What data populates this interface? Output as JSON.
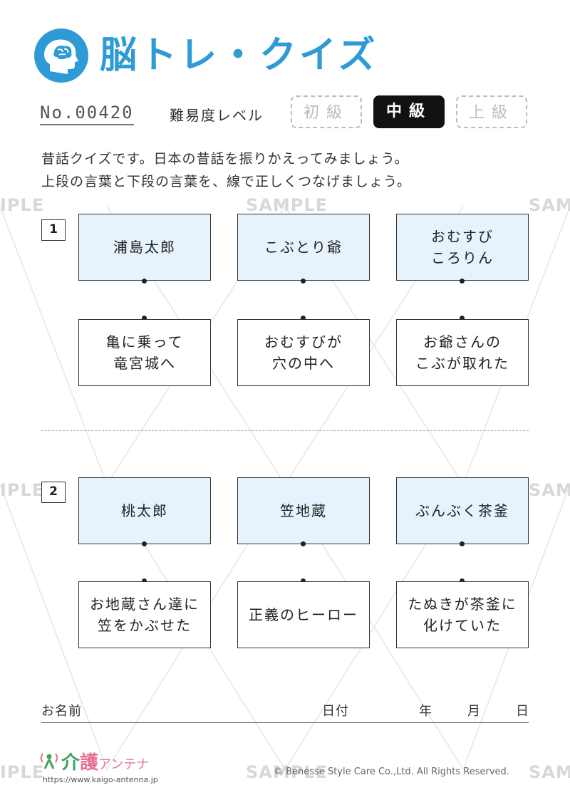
{
  "header": {
    "title": "脳トレ・クイズ",
    "number": "No.00420",
    "level_label": "難易度レベル",
    "levels": [
      "初級",
      "中級",
      "上級"
    ],
    "selected_level": "中級"
  },
  "instructions": [
    "昔話クイズです。日本の昔話を振りかえってみましょう。",
    "上段の言葉と下段の言葉を、線で正しくつなげましょう。"
  ],
  "questions": [
    {
      "number": "1",
      "top": [
        "浦島太郎",
        "こぶとり爺",
        "おむすび\nころりん"
      ],
      "bottom": [
        "亀に乗って\n竜宮城へ",
        "おむすびが\n穴の中へ",
        "お爺さんの\nこぶが取れた"
      ]
    },
    {
      "number": "2",
      "top": [
        "桃太郎",
        "笠地蔵",
        "ぶんぶく茶釜"
      ],
      "bottom": [
        "お地蔵さん達に\n笠をかぶせた",
        "正義のヒーロー",
        "たぬきが茶釜に\n化けていた"
      ]
    }
  ],
  "footer": {
    "name_label": "お名前",
    "date_label": "日付",
    "year_label": "年",
    "month_label": "月",
    "day_label": "日",
    "brand_green": "介",
    "brand_pink": "護",
    "brand_katakana": "アンテナ",
    "url": "https://www.kaigo-antenna.jp",
    "copyright": "© Benesse Style Care Co.,Ltd. All Rights Reserved."
  },
  "watermark": {
    "sample": "SAMPLE",
    "left_fragment": "IPLE",
    "right_fragment": "SAM"
  },
  "colors": {
    "accent": "#2e9bd6",
    "top_box_fill": "#e6f3fc",
    "brand_green": "#3ba55c",
    "brand_pink": "#e8708f"
  },
  "icons": {
    "logo": "head-brain-icon",
    "brand": "antenna-person-icon"
  }
}
